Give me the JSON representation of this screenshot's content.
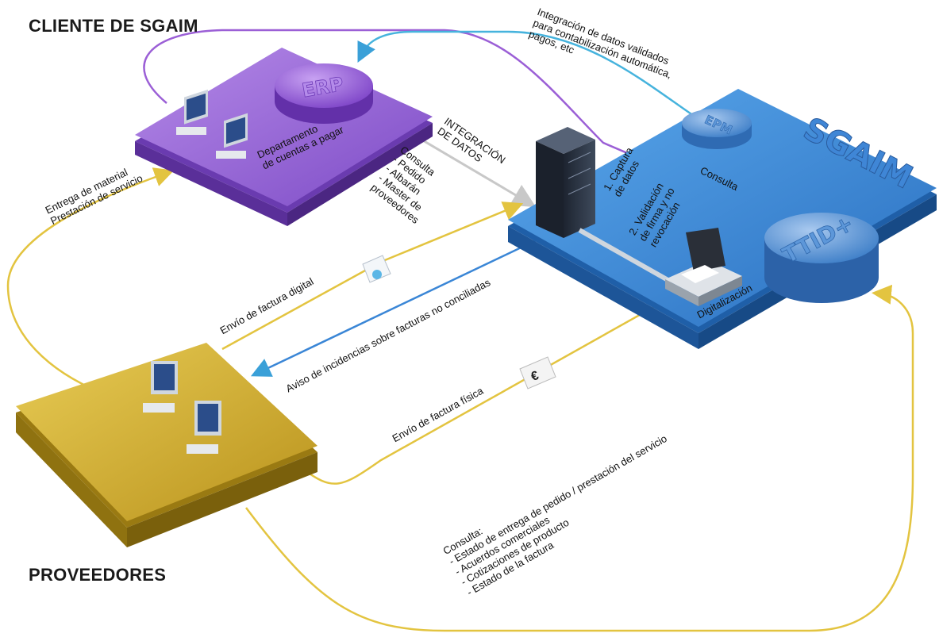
{
  "title_cliente": "CLIENTE DE SGAIM",
  "title_proveedores": "PROVEEDORES",
  "platform_sgaim": "SGAIM",
  "erp_disc": "ERP",
  "epm_disc": "EPM",
  "titd_disc": "TTID+",
  "dept_label": "Departamento\nde cuentas a pagar",
  "integracion_top": "Integración de datos validados\npara contabilización automática,\npagos, etc",
  "integracion_datos": "INTEGRACIÓN\nDE DATOS",
  "consulta_pedido": "Consulta\n- Pedido\n- Albarán\n- Master de\nproveedores",
  "captura": "1. Captura\nde datos",
  "validacion": "2. Validación\nde firma y no\nrevocación",
  "consulta_right": "Consulta",
  "digitalizacion": "Digitalización",
  "entrega": "Entrega de material\nPrestación de servicio",
  "envio_digital": "Envío de factura digital",
  "aviso": "Aviso de incidencias sobre facturas no conciliadas",
  "envio_fisica": "Envío de factura física",
  "consulta_bottom": "Consulta:\n- Estado de entrega de pedido / prestación del servicio\n- Acuerdos comerciales\n- Cotizaciones de producto\n- Estado de la factura",
  "euro_symbol": "€",
  "colors": {
    "purple": "#8a5ad0",
    "blue": "#2f7fd0",
    "gold": "#d4b22c",
    "line_purple": "#9b5fd6",
    "line_blue": "#3aa0d8",
    "line_gold": "#e3c440"
  }
}
